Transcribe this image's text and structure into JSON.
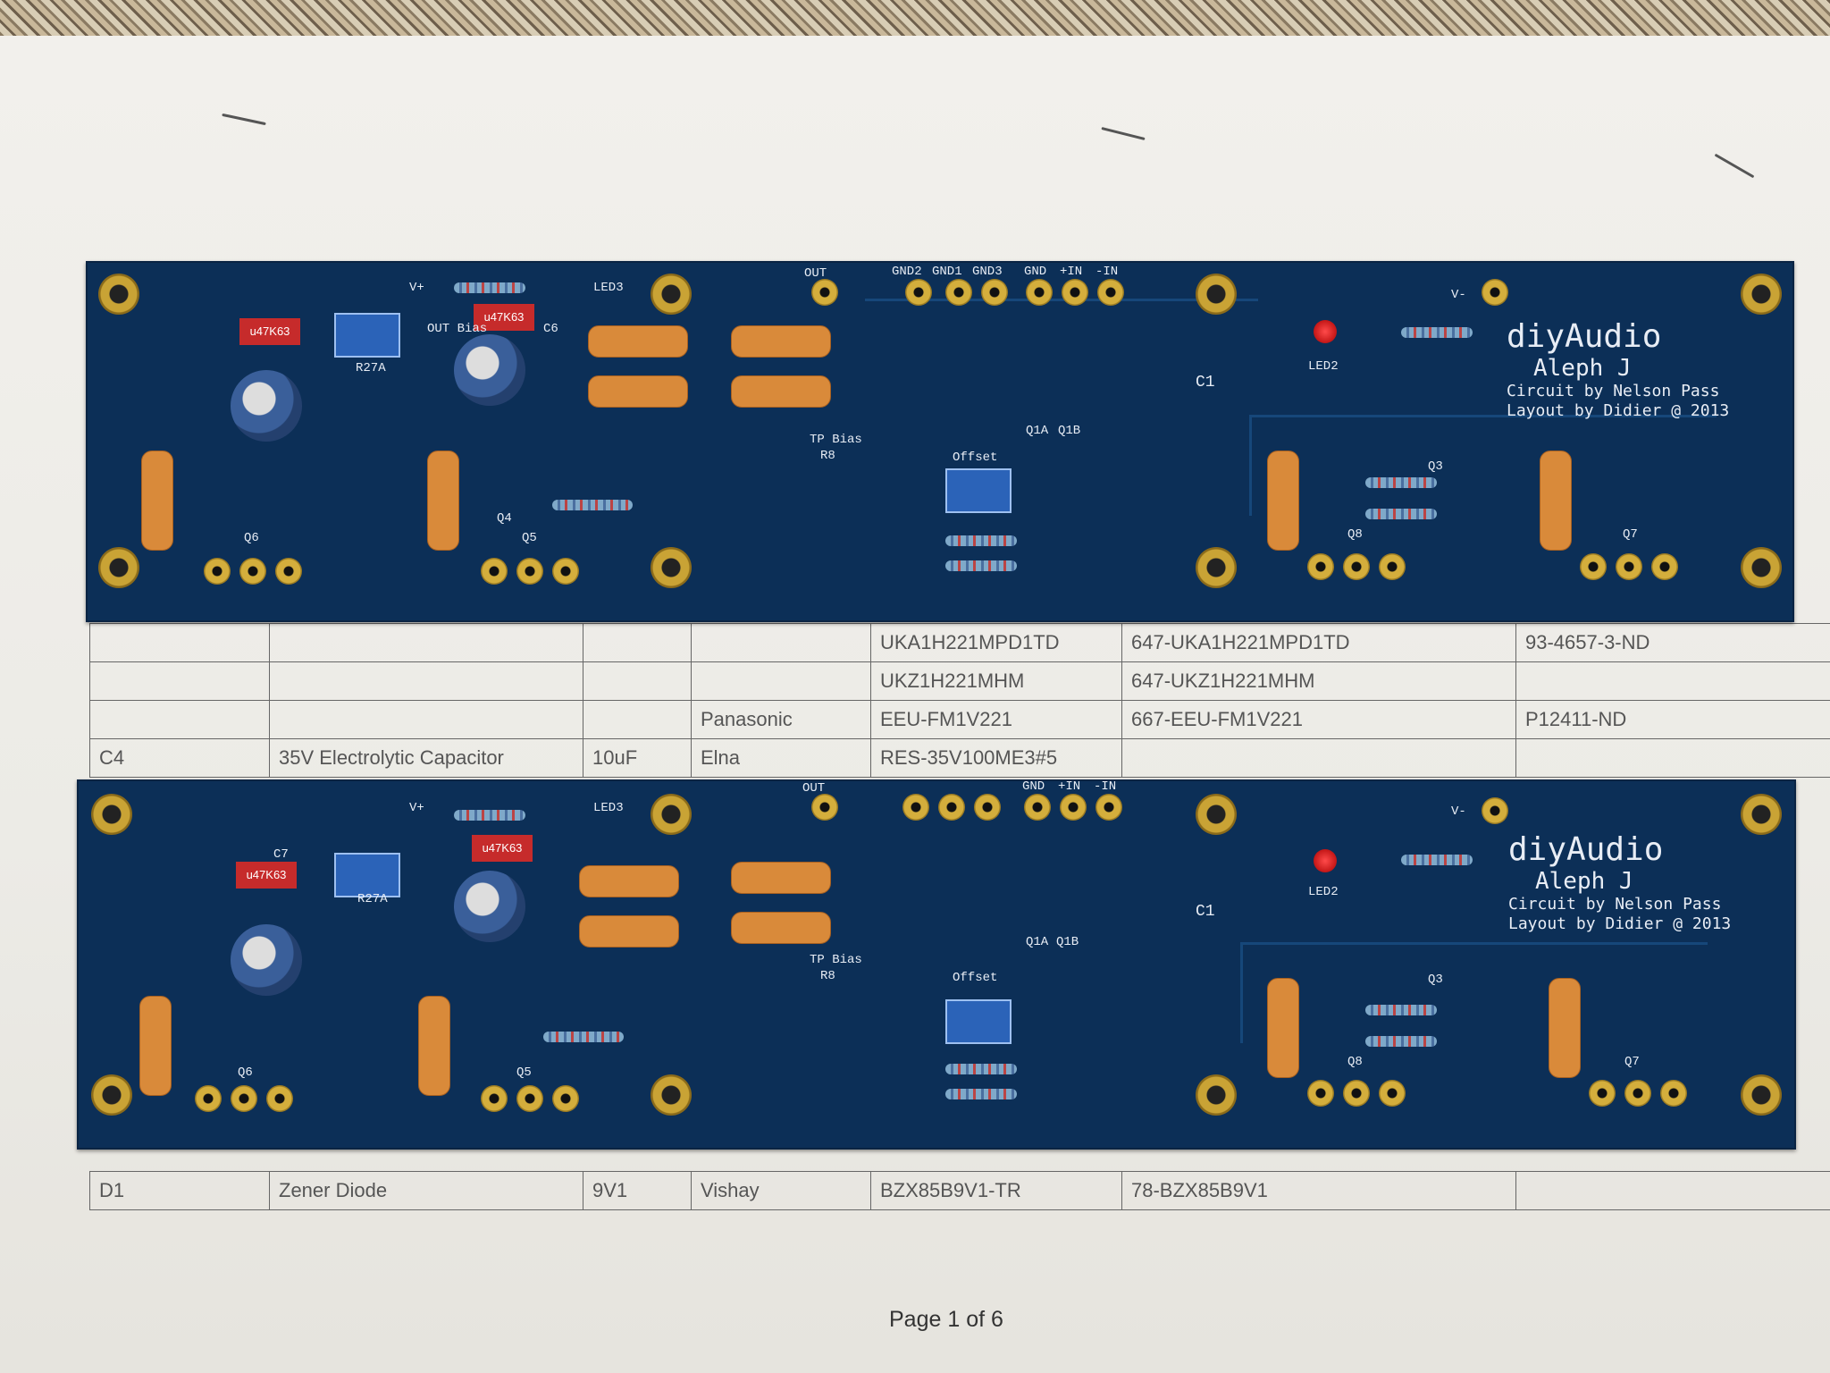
{
  "bom_rows": [
    {
      "ref": "",
      "desc": "",
      "value": "",
      "mfr": "",
      "mfr_pn": "UKA1H221MPD1TD",
      "mouser": "647-UKA1H221MPD1TD",
      "digikey": "93-4657-3-ND"
    },
    {
      "ref": "",
      "desc": "",
      "value": "",
      "mfr": "",
      "mfr_pn": "UKZ1H221MHM",
      "mouser": "647-UKZ1H221MHM",
      "digikey": ""
    },
    {
      "ref": "",
      "desc": "",
      "value": "",
      "mfr": "Panasonic",
      "mfr_pn": "EEU-FM1V221",
      "mouser": "667-EEU-FM1V221",
      "digikey": "P12411-ND"
    },
    {
      "ref": "C4",
      "desc": "35V Electrolytic Capacitor",
      "value": "10uF",
      "mfr": "Elna",
      "mfr_pn": "RES-35V100ME3#5",
      "mouser": "",
      "digikey": ""
    }
  ],
  "bom_bottom": {
    "ref": "D1",
    "desc": "Zener Diode",
    "value": "9V1",
    "mfr": "Vishay",
    "mfr_pn": "BZX85B9V1-TR",
    "mouser": "78-BZX85B9V1"
  },
  "footer": {
    "prefix": "Page ",
    "page": "1",
    "mid": " of ",
    "total": "6"
  },
  "board": {
    "brand": "diyAudio",
    "product": "Aleph J",
    "credit1": "Circuit by Nelson Pass",
    "credit2": "Layout by Didier @ 2013",
    "labels": {
      "out": "OUT",
      "gnd2": "GND2",
      "gnd1": "GND1",
      "gnd3": "GND3",
      "gnd": "GND",
      "pin": "+IN",
      "nin": "-IN",
      "led3": "LED3",
      "led2": "LED2",
      "vplus": "V+",
      "vminus": "V-",
      "outbias": "OUT Bias",
      "c1": "C1",
      "q6": "Q6",
      "q5": "Q5",
      "q8": "Q8",
      "q7": "Q7",
      "q3": "Q3",
      "q4": "Q4",
      "offset": "Offset",
      "tpbias": "TP Bias",
      "r8": "R8",
      "r27a": "R27A",
      "c6": "C6",
      "c7": "C7",
      "q1a": "Q1A",
      "q1b": "Q1B"
    },
    "cap_label": "u47K63"
  },
  "colors": {
    "pcb": "#0c2f57",
    "pad": "#d4ae3c",
    "resistor_orange": "#d98a3a",
    "cap_red": "#c62b2b"
  }
}
